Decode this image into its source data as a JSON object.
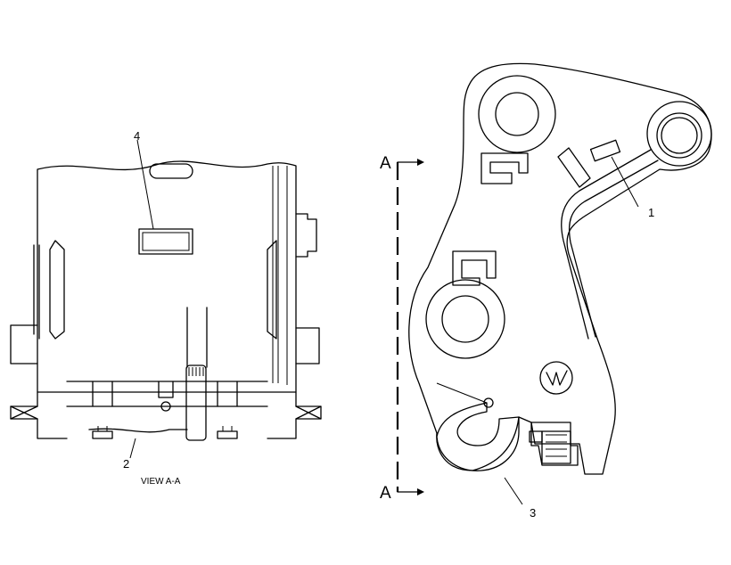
{
  "labels": {
    "callout_1": "1",
    "callout_2": "2",
    "callout_3": "3",
    "callout_4": "4",
    "section_top": "A",
    "section_bottom": "A",
    "view_caption": "VIEW A-A"
  },
  "line_color": "#000000",
  "background_color": "#ffffff"
}
